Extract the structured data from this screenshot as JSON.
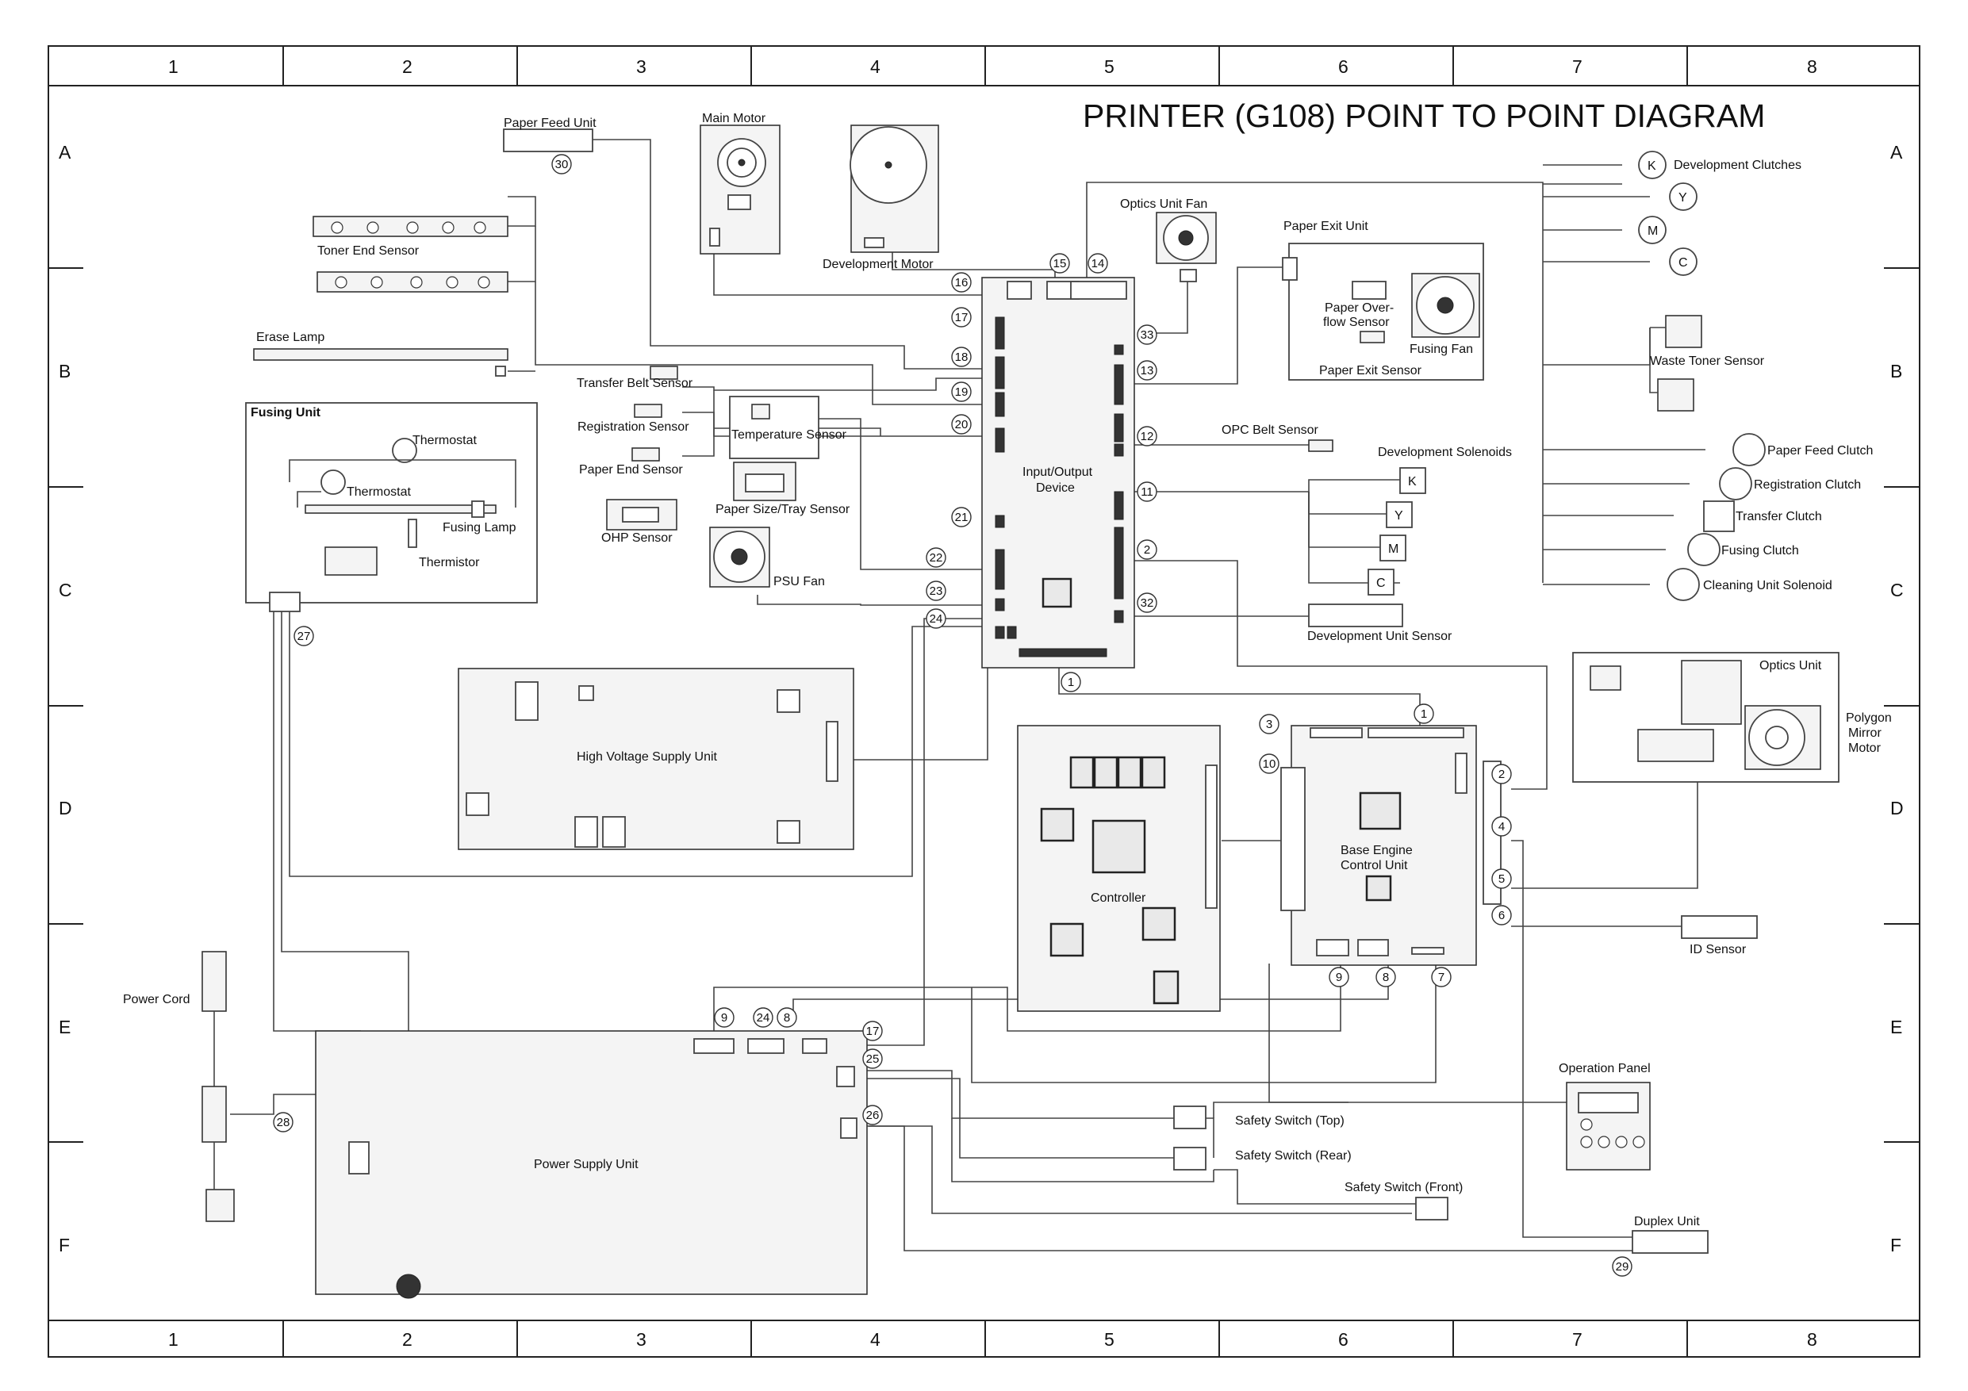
{
  "title": "PRINTER (G108) POINT TO POINT DIAGRAM",
  "grid": {
    "columns": [
      "1",
      "2",
      "3",
      "4",
      "5",
      "6",
      "7",
      "8"
    ],
    "rows": [
      "A",
      "B",
      "C",
      "D",
      "E",
      "F"
    ]
  },
  "components": {
    "paper_feed_unit": "Paper Feed Unit",
    "main_motor": "Main Motor",
    "development_motor": "Development Motor",
    "toner_end_sensor": "Toner End Sensor",
    "erase_lamp": "Erase Lamp",
    "fusing_unit": "Fusing Unit",
    "thermostat_1": "Thermostat",
    "thermostat_2": "Thermostat",
    "fusing_lamp": "Fusing Lamp",
    "thermistor": "Thermistor",
    "transfer_belt_sensor": "Transfer Belt Sensor",
    "registration_sensor": "Registration Sensor",
    "paper_end_sensor": "Paper End Sensor",
    "ohp_sensor": "OHP Sensor",
    "temperature_sensor": "Temperature Sensor",
    "paper_size_tray_sensor": "Paper Size/Tray Sensor",
    "psu_fan": "PSU Fan",
    "optics_unit_fan": "Optics Unit Fan",
    "paper_exit_unit": "Paper Exit Unit",
    "paper_overflow_sensor_1": "Paper Over-",
    "paper_overflow_sensor_2": "flow Sensor",
    "fusing_fan": "Fusing Fan",
    "paper_exit_sensor": "Paper Exit Sensor",
    "opc_belt_sensor": "OPC Belt Sensor",
    "development_solenoids": "Development Solenoids",
    "development_unit_sensor": "Development Unit Sensor",
    "io_device_1": "Input/Output",
    "io_device_2": "Device",
    "development_clutches": "Development Clutches",
    "waste_toner_sensor": "Waste Toner Sensor",
    "paper_feed_clutch": "Paper Feed Clutch",
    "registration_clutch": "Registration Clutch",
    "transfer_clutch": "Transfer Clutch",
    "fusing_clutch": "Fusing Clutch",
    "cleaning_unit_solenoid": "Cleaning Unit Solenoid",
    "high_voltage_supply_unit": "High Voltage Supply Unit",
    "controller": "Controller",
    "base_engine_1": "Base Engine",
    "base_engine_2": "Control Unit",
    "optics_unit": "Optics Unit",
    "polygon_1": "Polygon",
    "polygon_2": "Mirror",
    "polygon_3": "Motor",
    "id_sensor": "ID Sensor",
    "power_cord": "Power Cord",
    "power_supply_unit": "Power Supply Unit",
    "operation_panel": "Operation Panel",
    "safety_switch_top": "Safety Switch (Top)",
    "safety_switch_rear": "Safety Switch (Rear)",
    "safety_switch_front": "Safety Switch (Front)",
    "duplex_unit": "Duplex Unit"
  },
  "color_letters": [
    "K",
    "Y",
    "M",
    "C"
  ],
  "connector_numbers": [
    "30",
    "16",
    "15",
    "14",
    "17",
    "18",
    "19",
    "20",
    "33",
    "13",
    "12",
    "11",
    "2",
    "32",
    "21",
    "22",
    "23",
    "24",
    "27",
    "1",
    "3",
    "10",
    "1",
    "2",
    "4",
    "5",
    "6",
    "9",
    "8",
    "7",
    "9",
    "24",
    "8",
    "17",
    "25",
    "26",
    "28",
    "29"
  ],
  "colors": {
    "line": "#444444",
    "ink": "#111111",
    "background": "#ffffff"
  }
}
